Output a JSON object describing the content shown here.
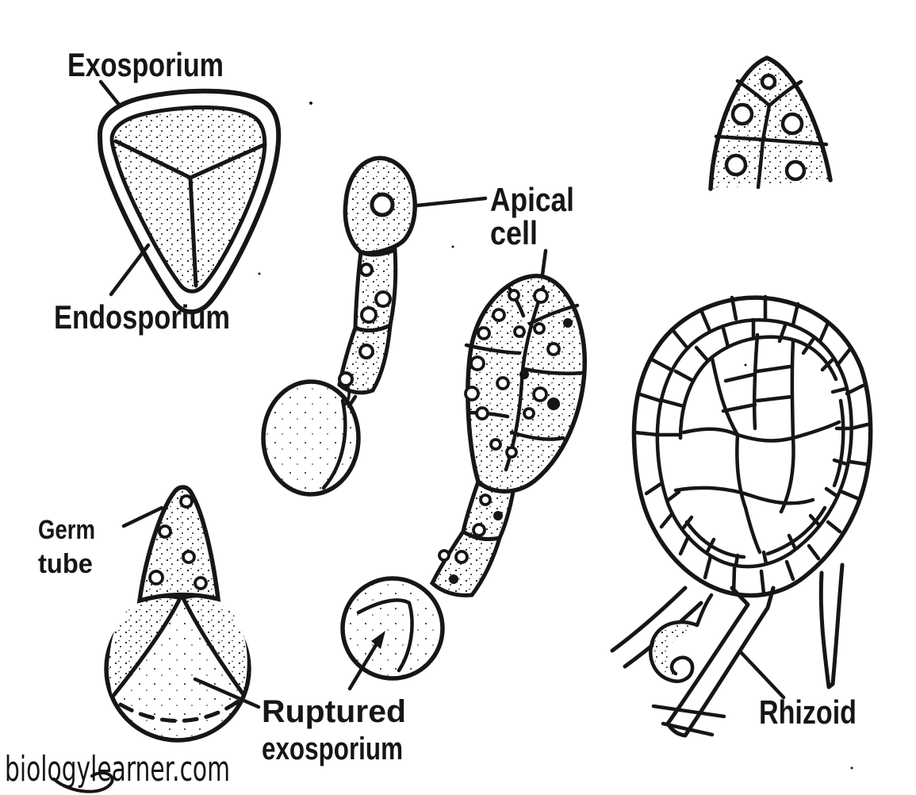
{
  "labels": {
    "exosporium": "Exosporium",
    "endosporium": "Endosporium",
    "apical_line1": "Apical",
    "apical_line2": "cell",
    "germ_line1": "Germ",
    "germ_line2": "tube",
    "ruptured_line1": "Ruptured",
    "ruptured_line2": "exosporium",
    "rhizoid": "Rhizoid"
  },
  "watermark": "biologylearner.com",
  "colors": {
    "ink": "#161616",
    "paper": "#ffffff"
  }
}
